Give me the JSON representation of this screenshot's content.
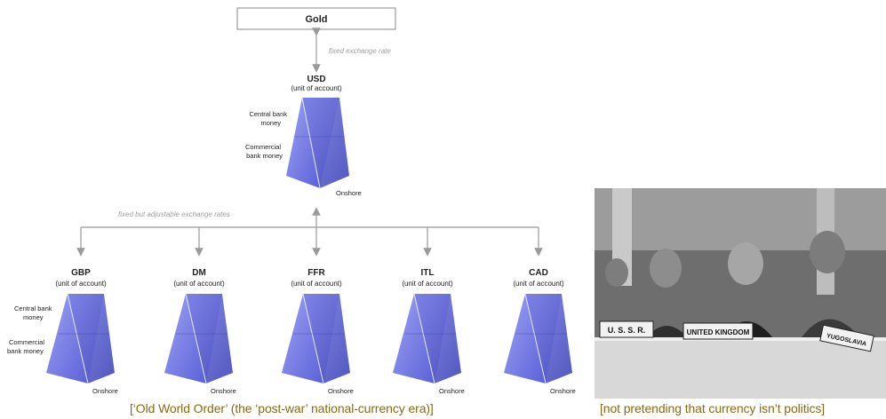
{
  "diagram": {
    "root_label": "Gold",
    "root_link_label": "fixed exchange rate",
    "branch_link_label": "fixed but adjustable exchange rates",
    "top_node": {
      "currency": "USD",
      "subtitle": "(unit of account)",
      "labels": [
        "Central bank\nmoney",
        "Commercial\nbank money",
        "Onshore"
      ]
    },
    "nodes": [
      {
        "currency": "GBP",
        "subtitle": "(unit of account)"
      },
      {
        "currency": "DM",
        "subtitle": "(unit of account)"
      },
      {
        "currency": "FFR",
        "subtitle": "(unit of account)"
      },
      {
        "currency": "ITL",
        "subtitle": "(unit of account)"
      },
      {
        "currency": "CAD",
        "subtitle": "(unit of account)"
      }
    ],
    "left_labels": [
      "Central bank\nmoney",
      "Commercial\nbank money"
    ],
    "onshore_label": "Onshore",
    "prism_color": "#5b63d6"
  },
  "photo": {
    "placards": [
      "U. S. S. R.",
      "UNITED KINGDOM",
      "YUGOSLAVIA"
    ]
  },
  "captions": {
    "left": "[‘Old World Order’ (the ‘post-war’ national-currency era)]",
    "right": "[not pretending that currency isn’t politics]"
  }
}
